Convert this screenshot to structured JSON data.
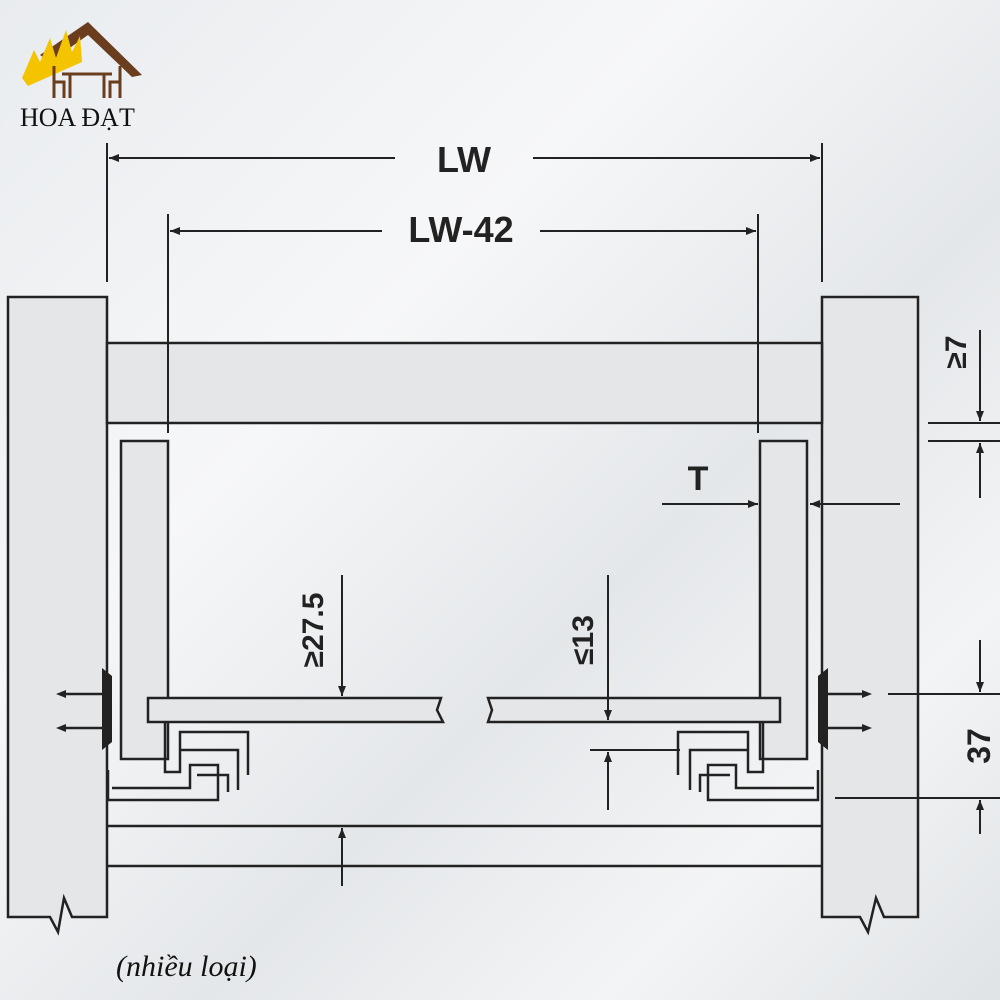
{
  "logo": {
    "brand_text": "HOA ĐẠT",
    "colors": {
      "roof": "#6b3d1f",
      "flames": "#f4c400"
    }
  },
  "dimensions": {
    "overall_width": "LW",
    "inner_width": "LW-42",
    "top_clearance": "≥7",
    "side_thickness": "T",
    "bottom_height": "≥27.5",
    "max_bottom_thickness": "≤13",
    "runner_height": "37"
  },
  "footnote": "(nhiều loại)"
}
